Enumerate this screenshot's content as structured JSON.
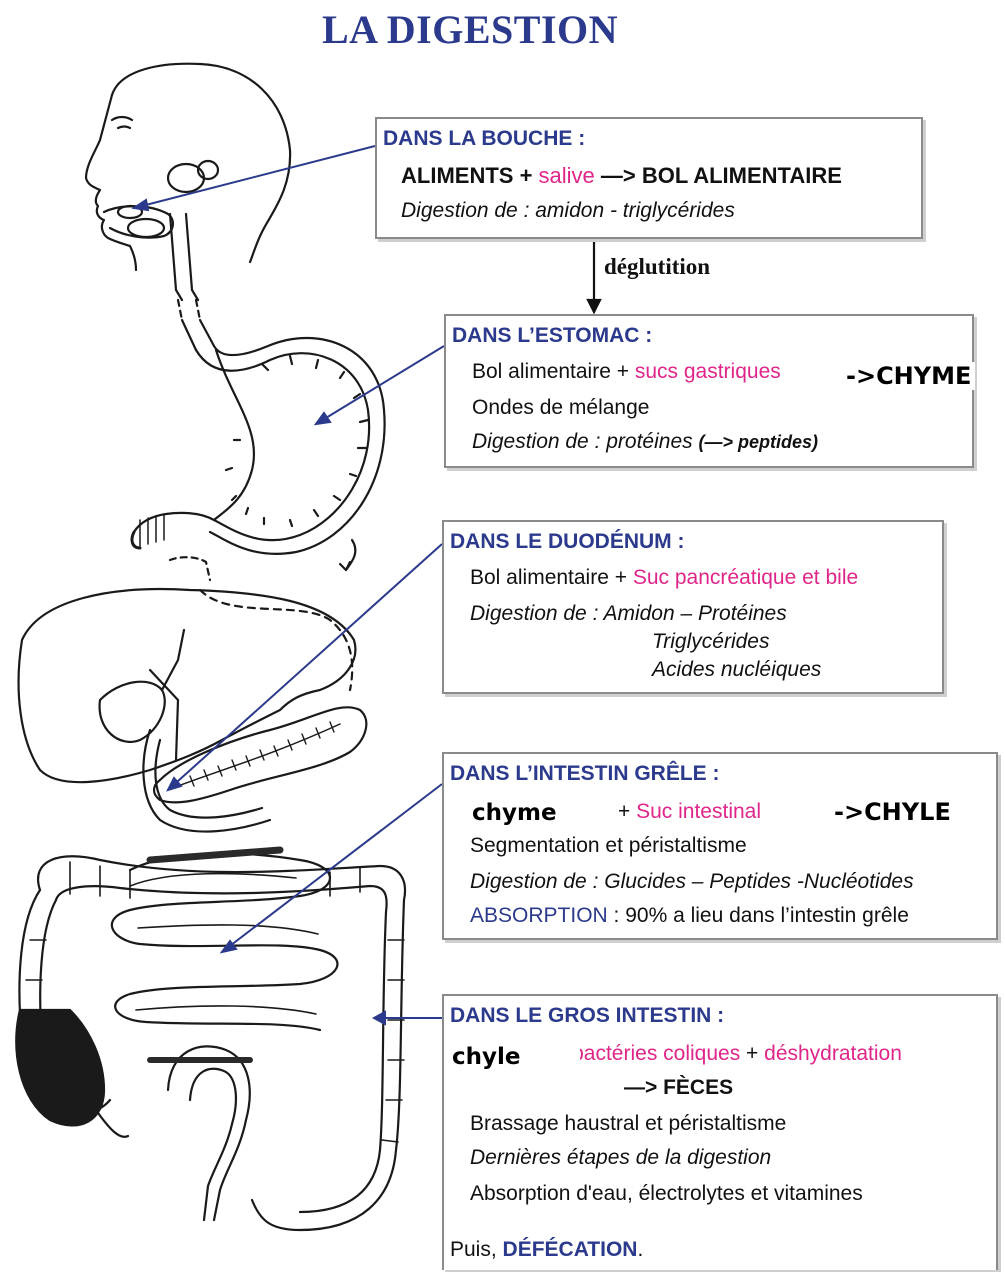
{
  "title": "LA DIGESTION",
  "deglutition": "déglutition",
  "bouche": {
    "heading": "DANS LA BOUCHE :",
    "line1": {
      "a": "ALIMENTS",
      "plus": " + ",
      "b": "salive",
      "c": " —> BOL ALIMENTAIRE"
    },
    "line2": "Digestion de : amidon - triglycérides"
  },
  "estomac": {
    "heading": "DANS L’ESTOMAC :",
    "line1": {
      "a": "Bol alimentaire + ",
      "b": "sucs gastriques"
    },
    "result": "->CHYME",
    "line2": "Ondes de mélange",
    "line3": {
      "a": "Digestion de : protéines ",
      "b": "(—> peptides)"
    }
  },
  "duodenum": {
    "heading": "DANS LE DUODÉNUM :",
    "line1": {
      "a": "Bol alimentaire + ",
      "b": "Suc pancréatique et bile"
    },
    "line2": "Digestion de : Amidon – Protéines",
    "line3": "Triglycérides",
    "line4": "Acides nucléiques"
  },
  "grele": {
    "heading": "DANS L’INTESTIN GRÊLE :",
    "chyme": "chyme",
    "line1": {
      "plus": "+ ",
      "b": "Suc intestinal"
    },
    "result": "->CHYLE",
    "line2": "Segmentation et péristaltisme",
    "line3": "Digestion de : Glucides – Peptides -Nucléotides",
    "line4": {
      "a": "ABSORPTION",
      "b": " : 90% a lieu dans l’intestin grêle"
    }
  },
  "gros": {
    "heading": "DANS LE GROS INTESTIN :",
    "chyle": "chyle",
    "line1": {
      "plus1": "+ ",
      "b": "bactéries coliques",
      "plus2": " + ",
      "c": "déshydratation"
    },
    "line2": "—> FÈCES",
    "line3": "Brassage haustral et péristaltisme",
    "line4": "Dernières étapes de la digestion",
    "line5": "Absorption d'eau, électrolytes et vitamines",
    "line6": {
      "a": "Puis, ",
      "b": "DÉFÉCATION",
      "c": "."
    }
  }
}
